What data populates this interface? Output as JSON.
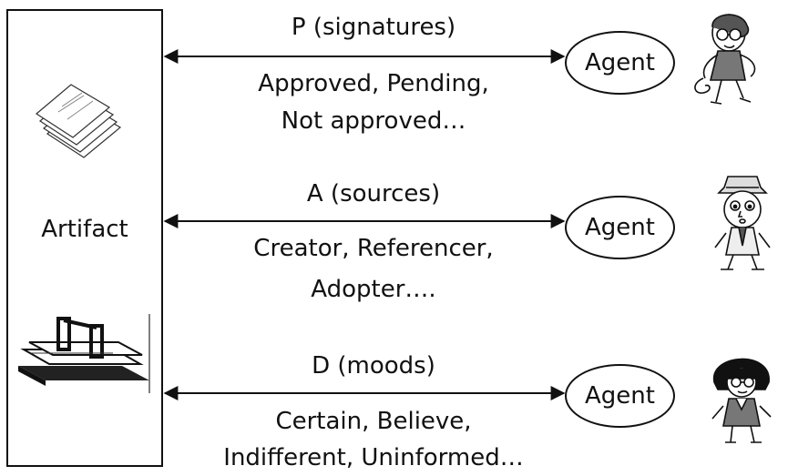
{
  "artifact": {
    "label": "Artifact"
  },
  "rows": [
    {
      "title": "P   (signatures)",
      "values": [
        "Approved, Pending,",
        "Not approved…"
      ],
      "agent": "Agent",
      "figure": "woman-with-glasses-figure"
    },
    {
      "title": "A   (sources)",
      "values": [
        "Creator, Referencer,",
        "Adopter…."
      ],
      "agent": "Agent",
      "figure": "man-with-hat-figure"
    },
    {
      "title": "D   (moods)",
      "values": [
        "Certain, Believe,",
        "Indifferent, Uninformed…"
      ],
      "agent": "Agent",
      "figure": "woman-with-bob-figure"
    }
  ],
  "colors": {
    "stroke": "#111111",
    "background": "#ffffff"
  },
  "icons": [
    "papers-stack-icon",
    "desk-organizer-icon"
  ]
}
